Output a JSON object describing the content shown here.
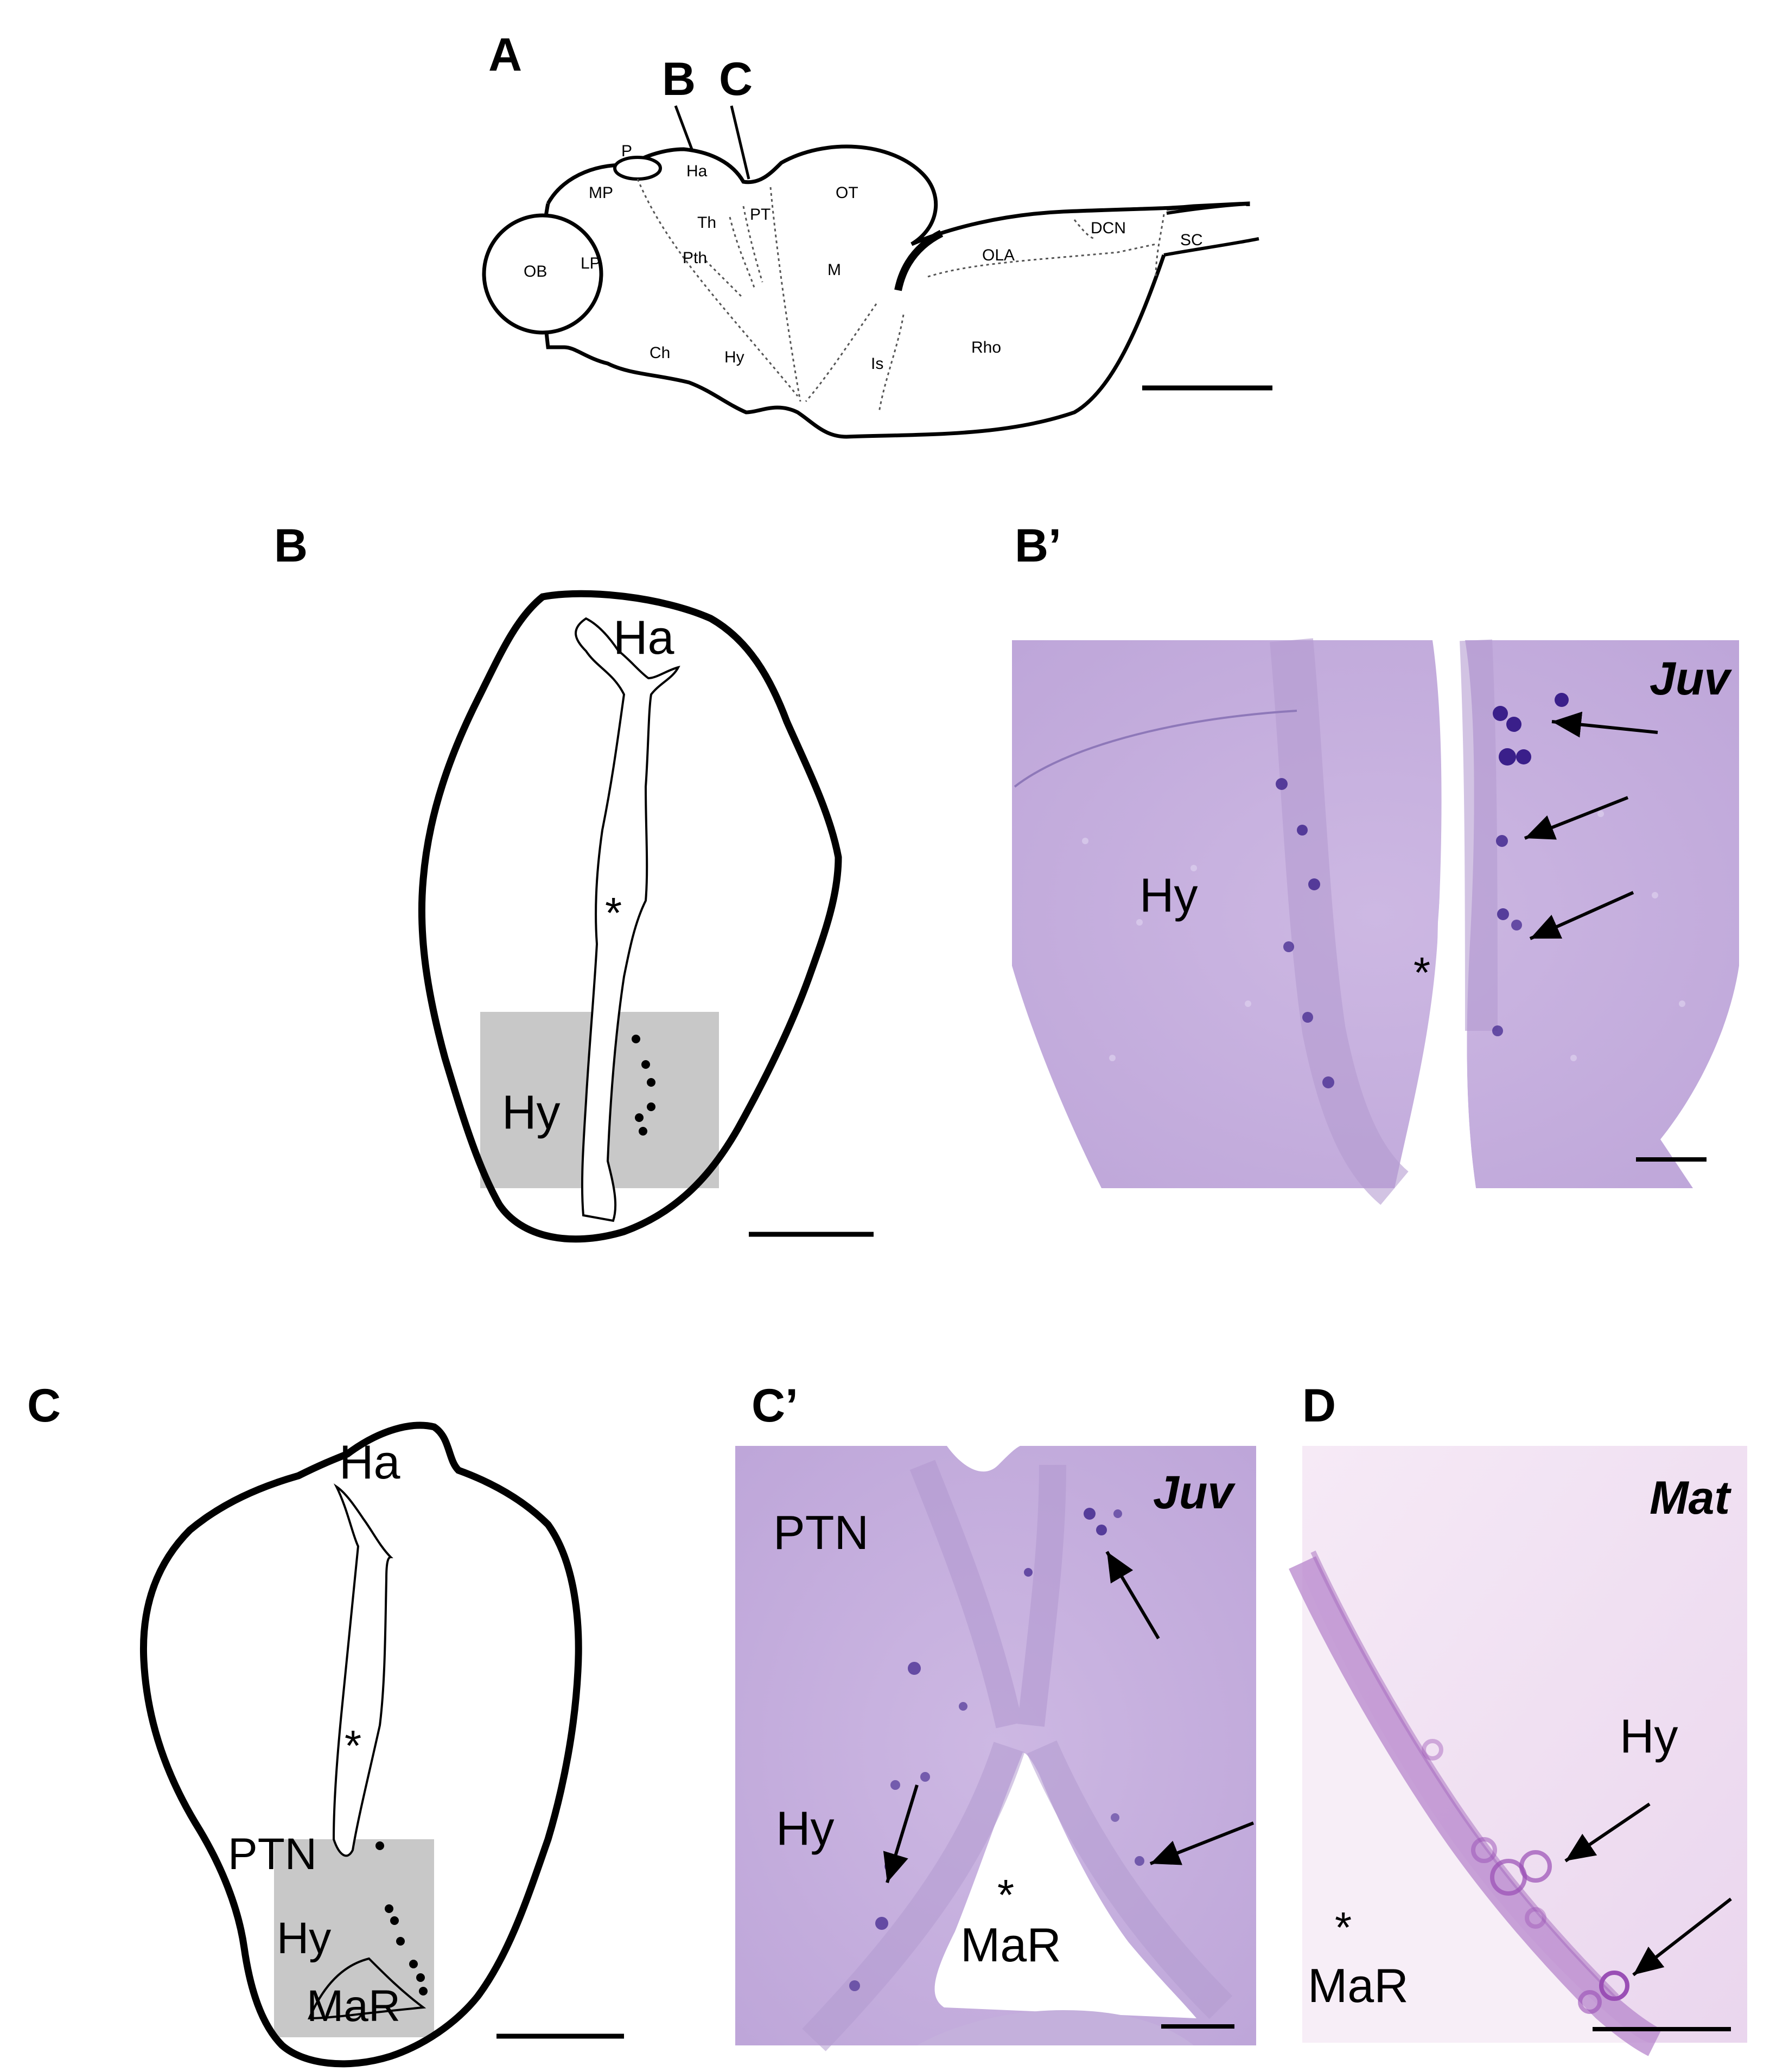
{
  "panels": {
    "A": {
      "letter": "A",
      "section_markers": [
        "B",
        "C"
      ],
      "regions": [
        "P",
        "Ha",
        "MP",
        "Th",
        "PT",
        "OT",
        "OB",
        "LP",
        "Pth",
        "M",
        "OLA",
        "DCN",
        "SC",
        "Ch",
        "Hy",
        "Is",
        "Rho"
      ]
    },
    "B": {
      "letter": "B",
      "labels": [
        "Ha",
        "Hy"
      ],
      "ventricle": "*"
    },
    "B_prime": {
      "letter": "B’",
      "stage": "Juv",
      "region": "Hy",
      "ventricle": "*",
      "arrow_count": 3
    },
    "C": {
      "letter": "C",
      "labels": [
        "Ha",
        "PTN",
        "Hy",
        "MaR"
      ],
      "ventricle": "*"
    },
    "C_prime": {
      "letter": "C’",
      "stage": "Juv",
      "labels": [
        "PTN",
        "Hy",
        "MaR"
      ],
      "ventricle": "*",
      "arrow_count": 3
    },
    "D": {
      "letter": "D",
      "stage": "Mat",
      "labels": [
        "Hy",
        "MaR"
      ],
      "ventricle": "*",
      "arrow_count": 2
    }
  },
  "colors": {
    "stain_background": "#c9b3e0",
    "stain_background_D": "#f1e2f3",
    "cell_label": "#3a1f8a",
    "highlight_box": "#c8c8c8"
  }
}
